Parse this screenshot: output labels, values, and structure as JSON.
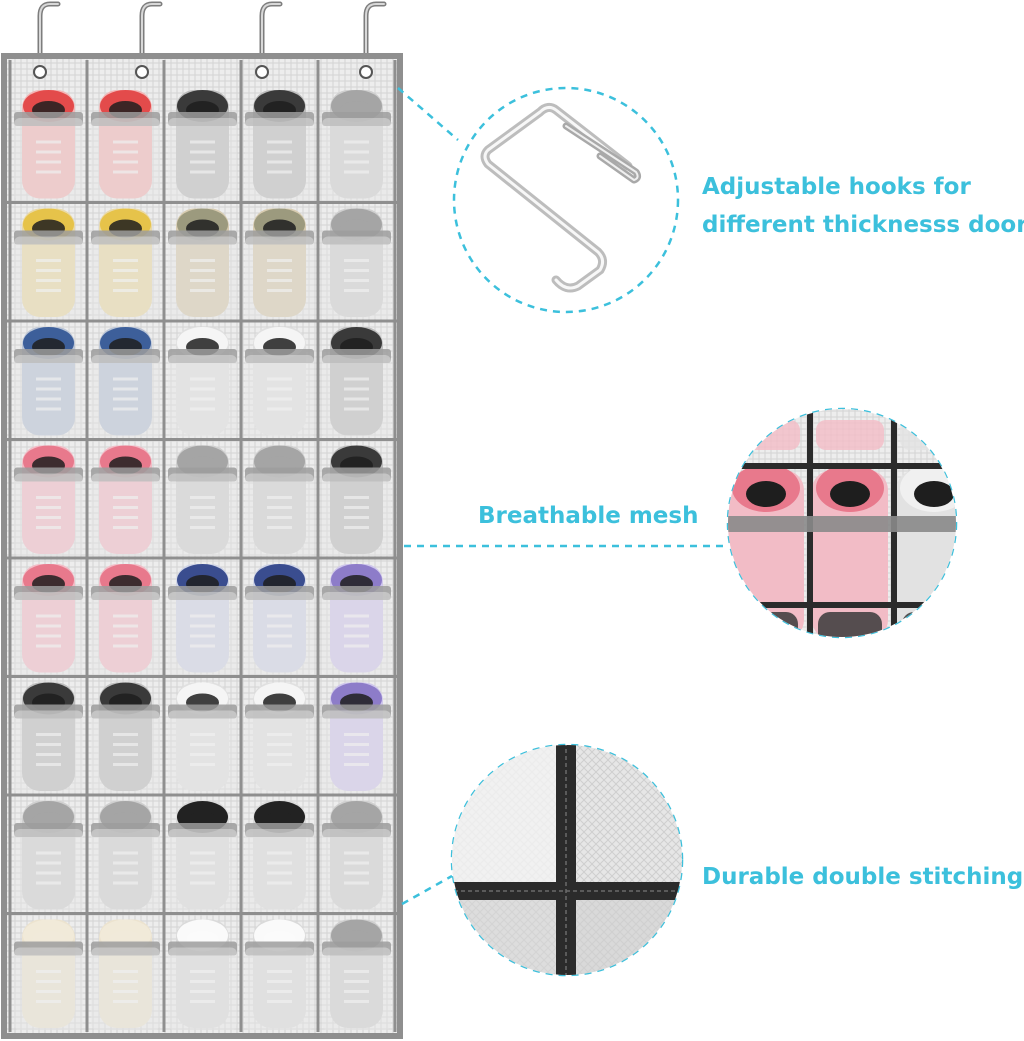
{
  "features": {
    "hooks": {
      "line1": "Adjustable hooks for",
      "line2": "different thicknesss door"
    },
    "mesh": {
      "label": "Breathable mesh"
    },
    "stitching": {
      "label": "Durable double stitching"
    }
  },
  "organizer": {
    "columns": 5,
    "rows": 8,
    "hook_count": 4
  },
  "colors": {
    "accent": "#3cc0dc",
    "frame": "#8f8f8f",
    "pocket": "#d9d9d9",
    "stitch": "#2b2b2b"
  },
  "shoe_rows": [
    [
      "red",
      "red",
      "black",
      "black",
      "gray"
    ],
    [
      "yellow",
      "yellow",
      "khaki",
      "khaki",
      "gray"
    ],
    [
      "blue",
      "blue",
      "white",
      "white",
      "black"
    ],
    [
      "pink",
      "pink",
      "gray",
      "gray",
      "black"
    ],
    [
      "pink",
      "pink",
      "navy",
      "navy",
      "purple"
    ],
    [
      "black",
      "black",
      "white",
      "white",
      "purple"
    ],
    [
      "gray",
      "gray",
      "slide-black",
      "slide-black",
      "gray"
    ],
    [
      "cream",
      "cream",
      "slide-white",
      "slide-white",
      "gray"
    ]
  ]
}
